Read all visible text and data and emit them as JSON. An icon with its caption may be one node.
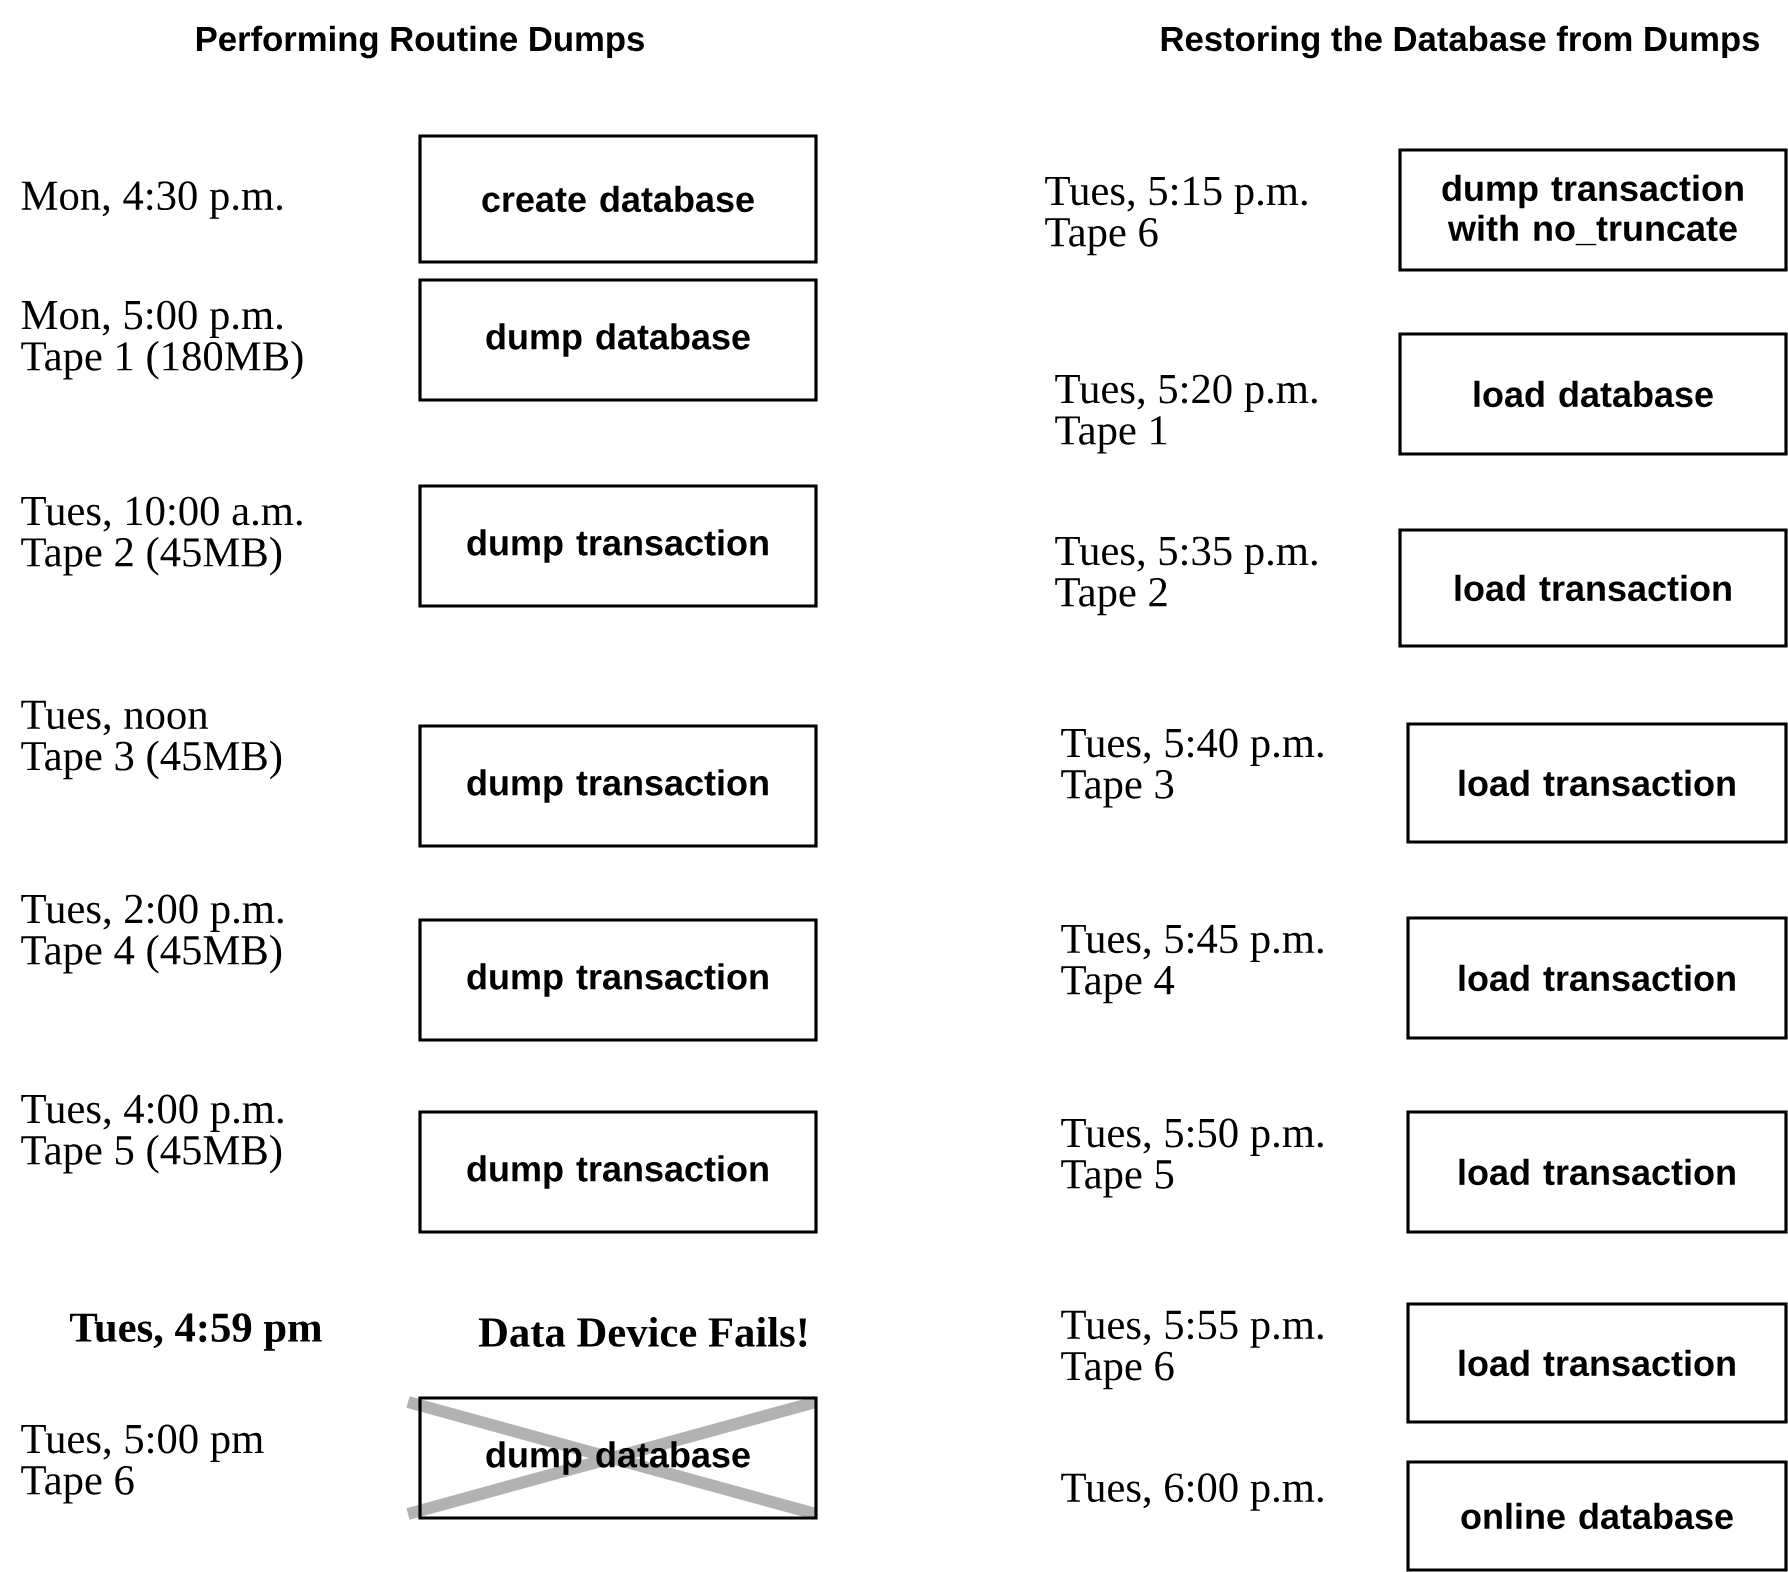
{
  "diagram": {
    "nodes": [
      {
        "text": [
          "create database"
        ],
        "beside": [
          "Mon, 4:30 p.m."
        ]
      },
      {
        "text": [
          "dump database"
        ],
        "beside": [
          "Mon, 5:00 p.m.",
          "Tape 1 (180MB)"
        ]
      },
      {
        "text": [
          "dump transaction"
        ],
        "beside": [
          "Tues, 10:00 a.m.",
          "Tape 2 (45MB)"
        ]
      },
      {
        "text": [
          "dump transaction"
        ],
        "beside": [
          "Tues, noon",
          "Tape 3 (45MB)"
        ]
      },
      {
        "text": [
          "dump transaction"
        ],
        "beside": [
          "Tues, 2:00 p.m.",
          "Tape 4 (45MB)"
        ]
      },
      {
        "text": [
          "dump transaction"
        ],
        "beside": [
          "Tues, 4:00 p.m.",
          "Tape 5 (45MB)"
        ]
      },
      {
        "text": [
          "dump database"
        ],
        "beside": [
          "Tues, 5:00 pm",
          "Tape 6"
        ]
      },
      {
        "text": [
          "dump transaction with no_truncate"
        ],
        "beside": [
          "Tues, 5:15 p.m.",
          "Tape 6"
        ]
      },
      {
        "text": [
          "load database"
        ],
        "beside": [
          "Tues, 5:20 p.m.",
          "Tape 1"
        ]
      },
      {
        "text": [
          "load transaction"
        ],
        "beside": [
          "Tues, 5:35 p.m.",
          "Tape 2"
        ]
      },
      {
        "text": [
          "load transaction"
        ],
        "beside": [
          "Tues, 5:40 p.m.",
          "Tape 3"
        ]
      },
      {
        "text": [
          "load transaction"
        ],
        "beside": [
          "Tues, 5:45 p.m.",
          "Tape 4"
        ]
      },
      {
        "text": [
          "load transaction"
        ],
        "beside": [
          "Tues, 5:50 p.m.",
          "Tape 5"
        ]
      },
      {
        "text": [
          "load transaction"
        ],
        "beside": [
          "Tues, 5:55 p.m.",
          "Tape 6"
        ]
      },
      {
        "text": [
          "online database"
        ],
        "beside": [
          "Tues, 6:00 p.m."
        ]
      }
    ],
    "labels": [
      "Performing Routine Dumps",
      "Restoring the Database from Dumps",
      "Tues, 4:59 pm",
      "Data Device Fails!"
    ]
  }
}
